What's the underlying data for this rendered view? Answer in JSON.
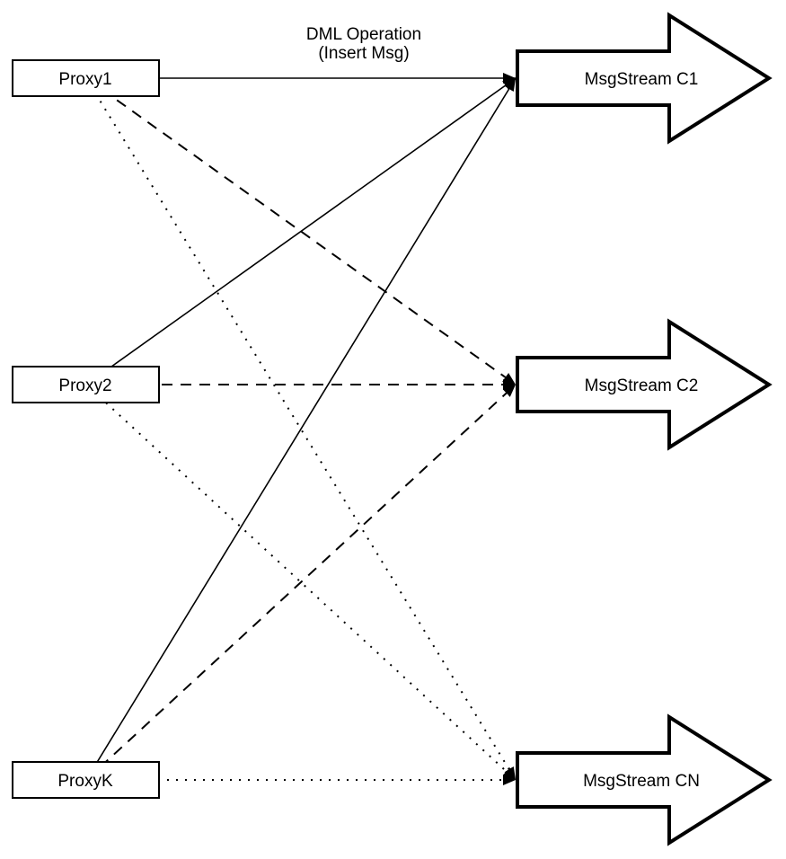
{
  "diagram": {
    "title": {
      "line1": "DML Operation",
      "line2": "(Insert Msg)"
    },
    "proxies": [
      {
        "id": "proxy1",
        "label": "Proxy1"
      },
      {
        "id": "proxy2",
        "label": "Proxy2"
      },
      {
        "id": "proxyk",
        "label": "ProxyK"
      }
    ],
    "streams": [
      {
        "id": "c1",
        "label": "MsgStream C1"
      },
      {
        "id": "c2",
        "label": "MsgStream C2"
      },
      {
        "id": "cn",
        "label": "MsgStream CN"
      }
    ],
    "edges": [
      {
        "from": "Proxy1",
        "to": "MsgStream C1",
        "style": "solid"
      },
      {
        "from": "Proxy1",
        "to": "MsgStream C2",
        "style": "dashed"
      },
      {
        "from": "Proxy1",
        "to": "MsgStream CN",
        "style": "dotted"
      },
      {
        "from": "Proxy2",
        "to": "MsgStream C1",
        "style": "solid"
      },
      {
        "from": "Proxy2",
        "to": "MsgStream C2",
        "style": "dashed"
      },
      {
        "from": "Proxy2",
        "to": "MsgStream CN",
        "style": "dotted"
      },
      {
        "from": "ProxyK",
        "to": "MsgStream C1",
        "style": "solid"
      },
      {
        "from": "ProxyK",
        "to": "MsgStream C2",
        "style": "dashed"
      },
      {
        "from": "ProxyK",
        "to": "MsgStream CN",
        "style": "dotted"
      }
    ],
    "colors": {
      "stroke": "#000000",
      "background": "#ffffff"
    }
  }
}
